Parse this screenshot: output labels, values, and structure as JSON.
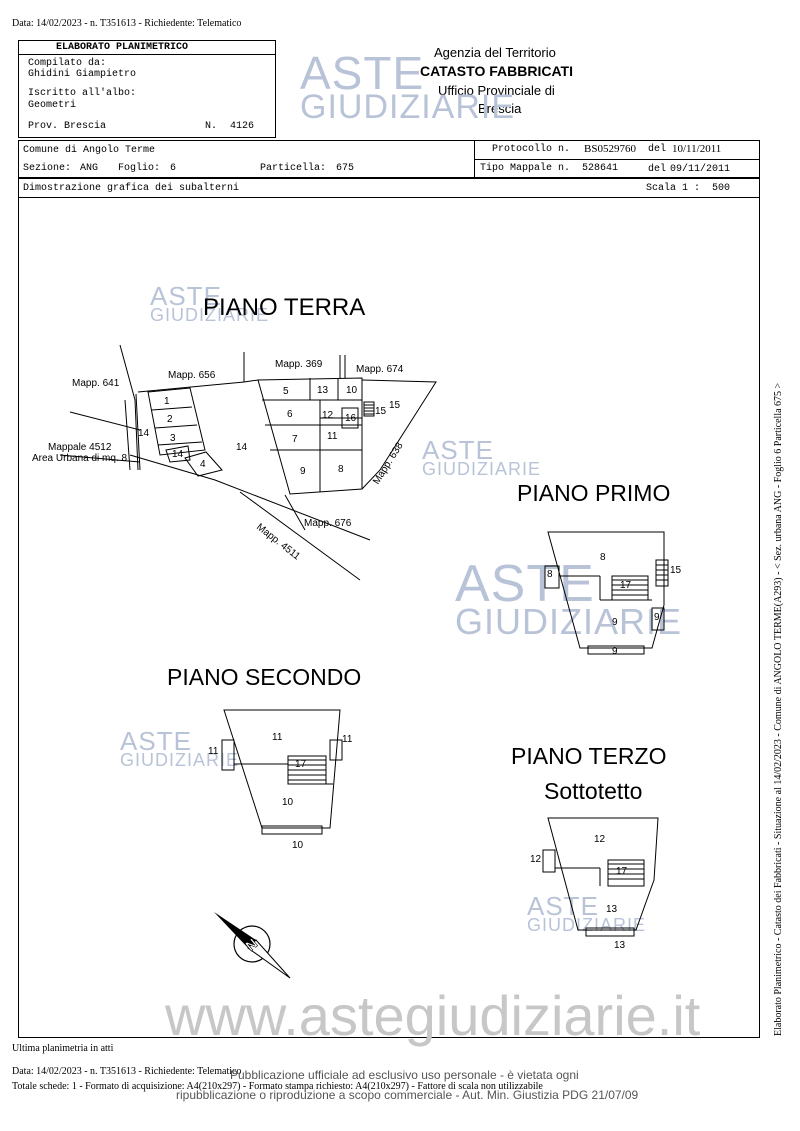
{
  "top_line": "Data: 14/02/2023 - n. T351613 - Richiedente: Telematico",
  "header": {
    "doc_title": "ELABORATO PLANIMETRICO",
    "compiled_label": "Compilato da:",
    "compiled_name": "Ghidini Giampietro",
    "albo_label": "Iscritto all'albo:",
    "albo_value": "Geometri",
    "prov": "Prov. Brescia",
    "num_label": "N.",
    "num_value": "4126",
    "agency_line1": "Agenzia del Territorio",
    "agency_line2": "CATASTO FABBRICATI",
    "agency_line3": "Ufficio Provinciale di",
    "agency_line4": "Brescia",
    "comune": "Comune di Angolo Terme",
    "sezione_label": "Sezione:",
    "sezione_value": "ANG",
    "foglio_label": "Foglio:",
    "foglio_value": "6",
    "particella_label": "Particella:",
    "particella_value": "675",
    "protocollo_label": "Protocollo n.",
    "protocollo_value": "BS0529760",
    "protocollo_del_label": "del",
    "protocollo_date": "10/11/2011",
    "tipo_label": "Tipo Mappale n.",
    "tipo_value": "528641",
    "tipo_del_label": "del",
    "tipo_date": "09/11/2011",
    "dimostrazione": "Dimostrazione grafica dei subalterni",
    "scala_label": "Scala 1 :",
    "scala_value": "500"
  },
  "watermark": {
    "line1": "ASTE",
    "line2": "GIUDIZIARIE",
    "site": "www.astegiudiziarie.it"
  },
  "floors": {
    "terra": "PIANO TERRA",
    "primo": "PIANO PRIMO",
    "secondo": "PIANO SECONDO",
    "terzo": "PIANO TERZO",
    "sottotetto": "Sottotetto"
  },
  "map_labels": {
    "m641": "Mapp. 641",
    "m656": "Mapp. 656",
    "m369": "Mapp. 369",
    "m674": "Mapp. 674",
    "m638": "Mapp. 638",
    "m676": "Mapp. 676",
    "m4511": "Mapp. 4511",
    "m4512": "Mappale 4512",
    "area_urbana": "Area Urbana di mq. 8"
  },
  "subalterni_terra": [
    "1",
    "2",
    "3",
    "4",
    "5",
    "6",
    "7",
    "8",
    "9",
    "10",
    "11",
    "12",
    "13",
    "14",
    "14",
    "14",
    "15",
    "15",
    "16"
  ],
  "subalterni_primo": [
    "8",
    "8",
    "9",
    "9",
    "9",
    "15",
    "17"
  ],
  "subalterni_secondo": [
    "11",
    "11",
    "11",
    "17",
    "10",
    "10"
  ],
  "subalterni_terzo": [
    "12",
    "12",
    "17",
    "13",
    "13"
  ],
  "side_text": "Elaborato Planimetrico - Catasto dei Fabbricati - Situazione al 14/02/2023 - Comune di ANGOLO TERME(A293) - < Sez. urbana ANG - Foglio 6 Particella 675 >",
  "footer": {
    "ultima": "Ultima planimetria in atti",
    "line1": "Data: 14/02/2023 - n. T351613 - Richiedente: Telematico",
    "line2": "Totale schede: 1 - Formato di acquisizione: A4(210x297) - Formato stampa richiesto: A4(210x297) - Fattore di scala non utilizzabile",
    "overlay1": "Pubblicazione ufficiale ad esclusivo uso personale - è vietata ogni",
    "overlay2": "ripubblicazione o riproduzione a scopo commerciale - Aut. Min. Giustizia PDG 21/07/09"
  }
}
